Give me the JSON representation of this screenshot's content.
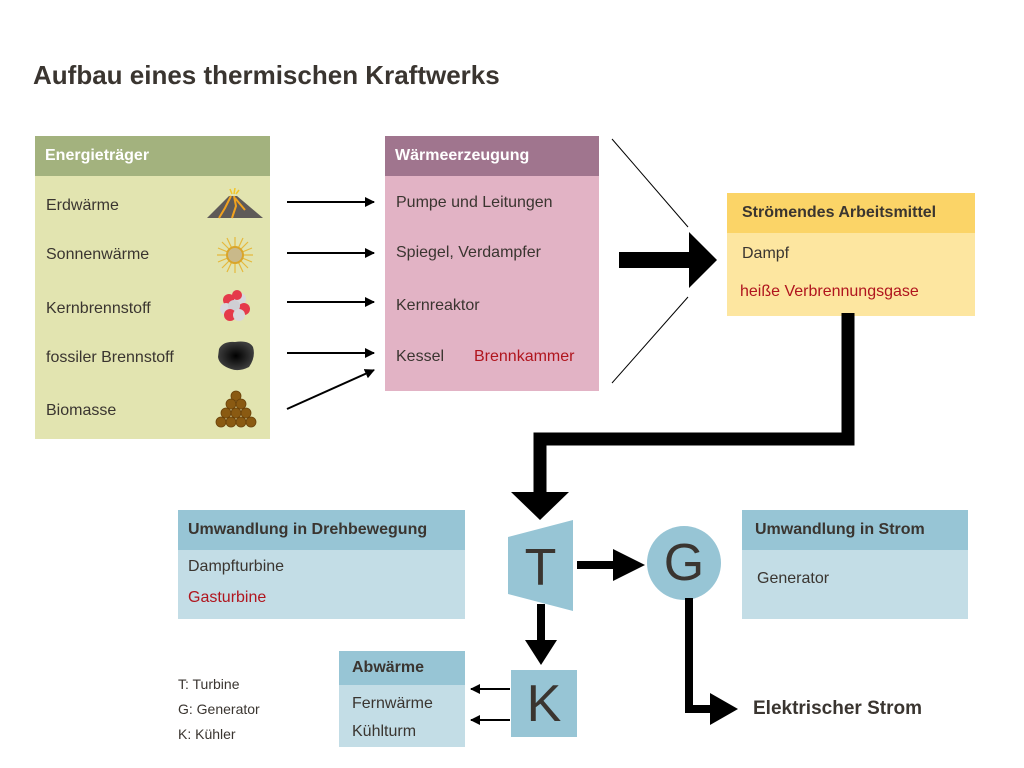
{
  "title": "Aufbau eines thermischen Kraftwerks",
  "energy_carriers": {
    "header": "Energieträger",
    "items": [
      {
        "label": "Erdwärme",
        "icon": "volcano-icon"
      },
      {
        "label": "Sonnenwärme",
        "icon": "sun-icon"
      },
      {
        "label": "Kernbrennstoff",
        "icon": "atom-nucleus-icon"
      },
      {
        "label": "fossiler Brennstoff",
        "icon": "coal-icon"
      },
      {
        "label": "Biomasse",
        "icon": "log-pile-icon"
      }
    ]
  },
  "heat_generation": {
    "header": "Wärmeerzeugung",
    "items": [
      {
        "label": "Pumpe und Leitungen"
      },
      {
        "label": "Spiegel, Verdampfer"
      },
      {
        "label": "Kernreaktor"
      },
      {
        "label": "Kessel",
        "extra": "Brennkammer"
      }
    ]
  },
  "working_fluid": {
    "header": "Strömendes Arbeitsmittel",
    "items": [
      "Dampf",
      "heiße Verbrennungsgase"
    ]
  },
  "rotation": {
    "header": "Umwandlung in Drehbewegung",
    "items": [
      "Dampfturbine",
      "Gasturbine"
    ]
  },
  "electricity": {
    "header": "Umwandlung in Strom",
    "items": [
      "Generator"
    ]
  },
  "waste_heat": {
    "header": "Abwärme",
    "items": [
      "Fernwärme",
      "Kühlturm"
    ]
  },
  "symbols": {
    "turbine": "T",
    "generator": "G",
    "cooler": "K"
  },
  "legend": [
    "T: Turbine",
    "G: Generator",
    "K: Kühler"
  ],
  "output_label": "Elektrischer Strom",
  "colors": {
    "gas_text": "#b0151e",
    "energy_header": "#a3b27e",
    "heat_header": "#a0758e",
    "fluid_header": "#fbd467",
    "blue_header": "#97c5d5"
  }
}
